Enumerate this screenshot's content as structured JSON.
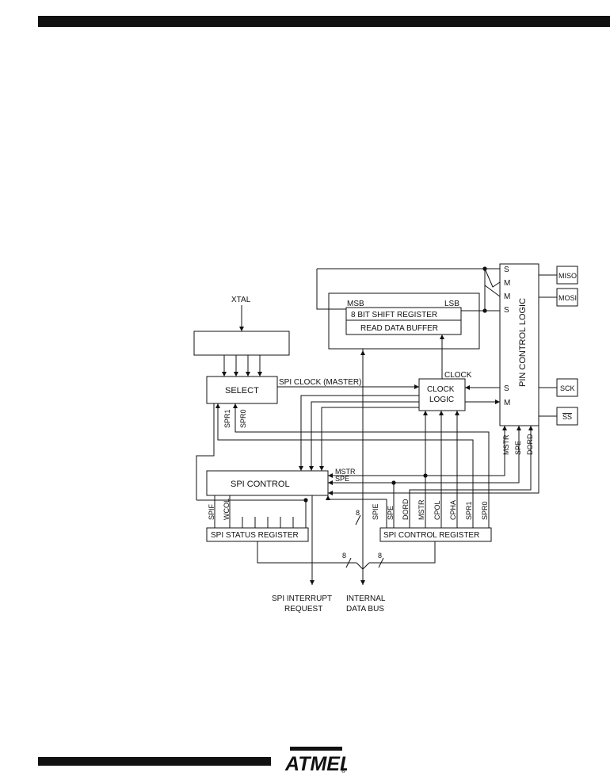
{
  "diagram": {
    "xtal": "XTAL",
    "select": "SELECT",
    "spi_clock_master": "SPI CLOCK (MASTER)",
    "msb": "MSB",
    "lsb": "LSB",
    "shift_register": "8 BIT SHIFT REGISTER",
    "read_data_buffer": "READ DATA BUFFER",
    "clock": "CLOCK",
    "clock_logic_line1": "CLOCK",
    "clock_logic_line2": "LOGIC",
    "pin_control_logic": "PIN CONTROL LOGIC",
    "pin_s_top": "S",
    "pin_m_1": "M",
    "pin_m_2": "M",
    "pin_s_2": "S",
    "pin_s_3": "S",
    "pin_m_3": "M",
    "miso": "MISO",
    "mosi": "MOSI",
    "sck": "SCK",
    "ss": "SS",
    "spr1_select": "SPR1",
    "spr0_select": "SPR0",
    "mstr_pin": "MSTR",
    "spe_pin": "SPE",
    "dord_pin": "DORD",
    "spi_control": "SPI CONTROL",
    "mstr_ctrl": "MSTR",
    "spe_ctrl": "SPE",
    "spif": "SPIF",
    "wcol": "WCOL",
    "spi_status_register": "SPI STATUS REGISTER",
    "spi_control_register": "SPI CONTROL REGISTER",
    "ctrl_bits": [
      "SPIE",
      "SPE",
      "DORD",
      "MSTR",
      "CPOL",
      "CPHA",
      "SPR1",
      "SPR0"
    ],
    "bus_width_1": "8",
    "bus_width_2": "8",
    "bus_width_3": "8",
    "spi_interrupt_line1": "SPI INTERRUPT",
    "spi_interrupt_line2": "REQUEST",
    "internal_bus_line1": "INTERNAL",
    "internal_bus_line2": "DATA BUS"
  },
  "footer": {
    "logo_text": "ATMEL"
  }
}
